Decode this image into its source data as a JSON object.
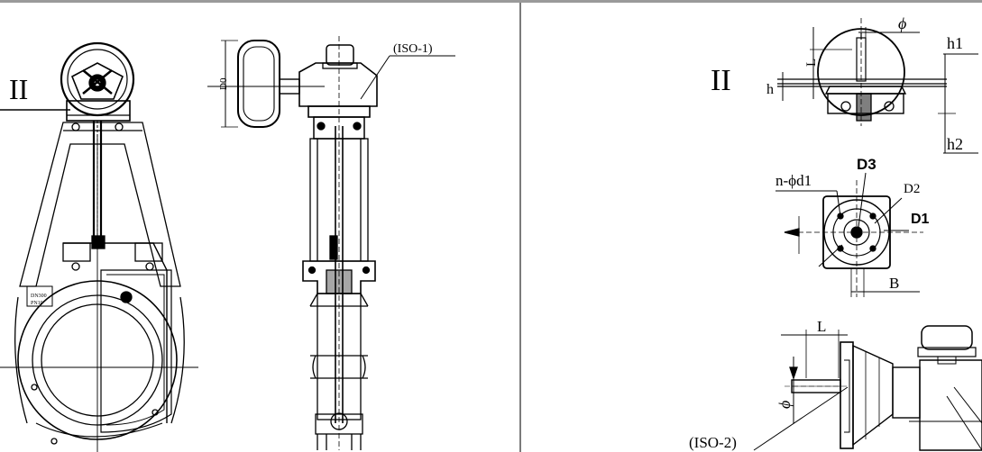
{
  "labels": {
    "view_ii_left": "II",
    "view_ii_right": "II",
    "iso1": "(ISO-1)",
    "iso2": "(ISO-2)",
    "d0": "D0",
    "phi_top": "ϕ",
    "h1": "h1",
    "h2": "h2",
    "h": "h",
    "L_top": "L",
    "n_phi_d1": "n-ϕd1",
    "D3": "D3",
    "D2": "D2",
    "D1": "D1",
    "B": "B",
    "L_bottom": "L",
    "phi_bottom": "ϕ",
    "plate_text_1": "DN300",
    "plate_text_2": "PN10"
  }
}
